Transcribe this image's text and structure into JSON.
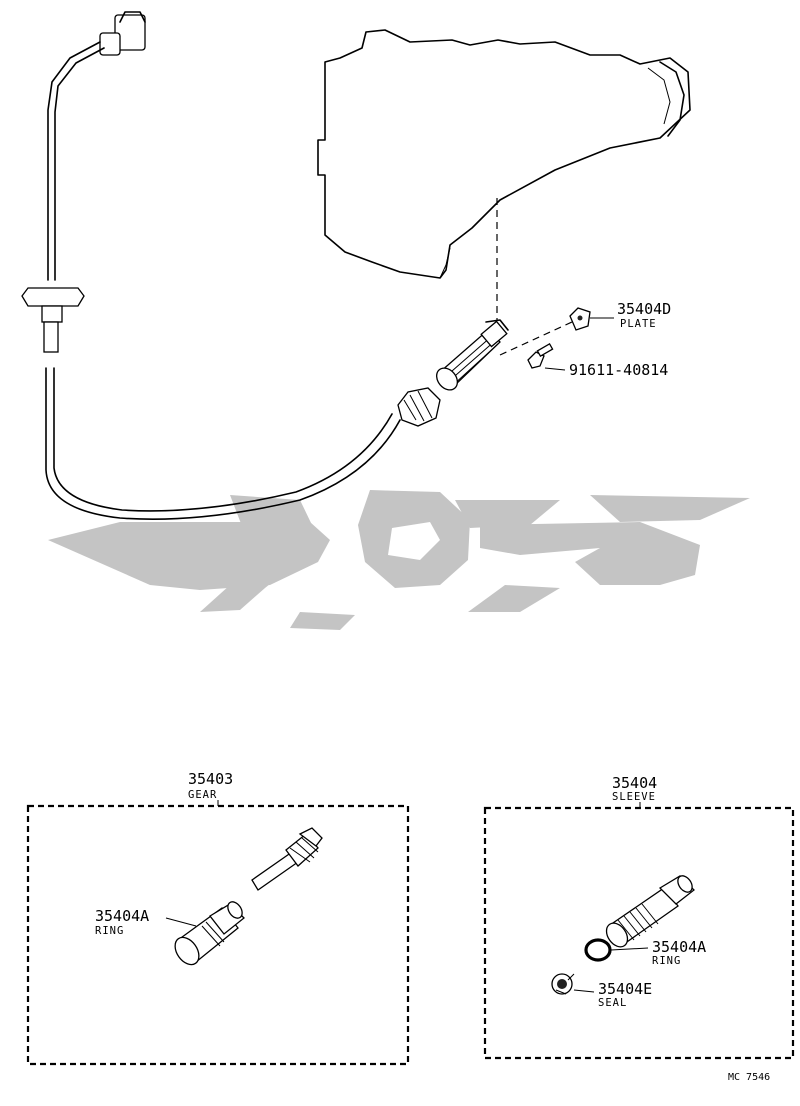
{
  "diagram": {
    "callouts": {
      "plate": {
        "number": "35404D",
        "name": "PLATE"
      },
      "bolt": {
        "number": "91611-40814"
      }
    },
    "groups": {
      "gear": {
        "number": "35403",
        "name": "GEAR",
        "ring": {
          "number": "35404A",
          "name": "RING"
        }
      },
      "sleeve": {
        "number": "35404",
        "name": "SLEEVE",
        "ring": {
          "number": "35404A",
          "name": "RING"
        },
        "seal": {
          "number": "35404E",
          "name": "SEAL"
        }
      }
    },
    "figure_code": "MC 7546",
    "colors": {
      "line": "#000000",
      "watermark": "#c4c4c4"
    }
  }
}
